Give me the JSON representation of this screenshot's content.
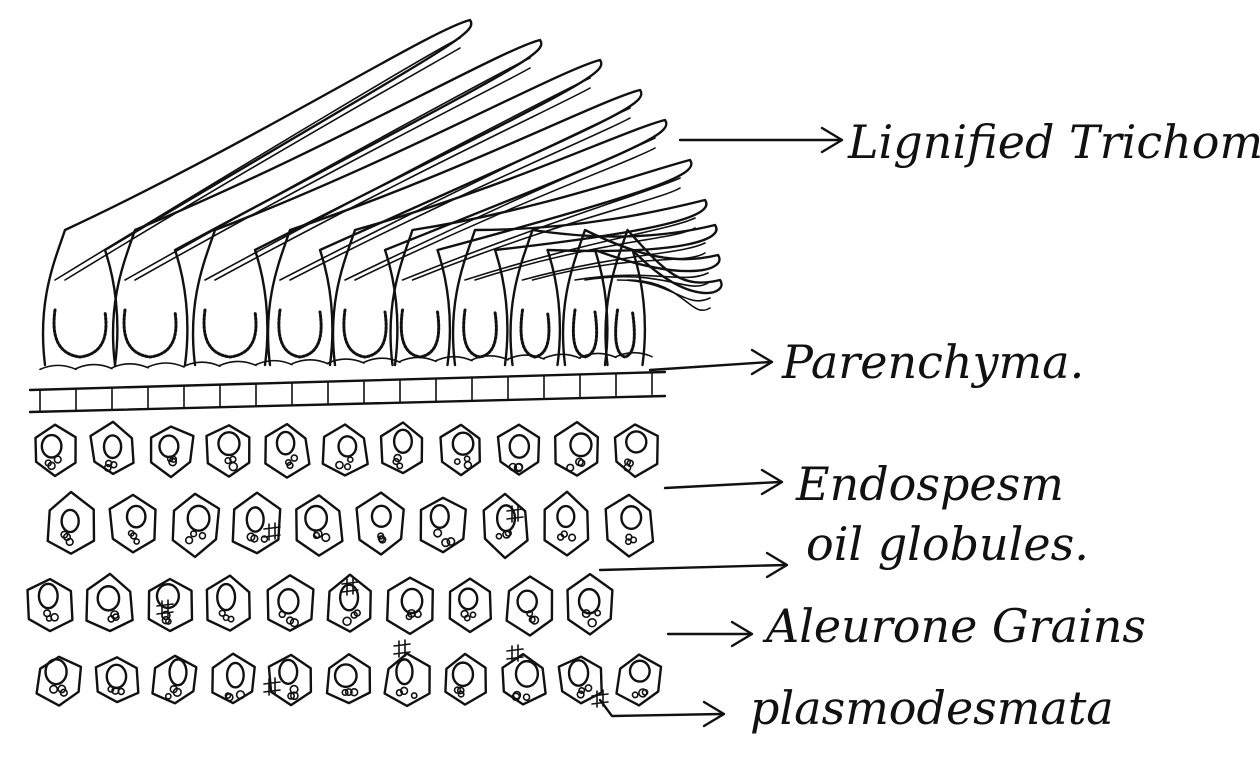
{
  "labels": {
    "trichome": "Lignified Trichom",
    "parenchyma": "Parenchyma.",
    "endosperm": "Endospesm",
    "oil_globules": "oil globules.",
    "aleurone": "Aleurone Grains",
    "plasmodesmata": "plasmodesmata"
  },
  "colors": {
    "ink": "#111111",
    "paper": "#ffffff"
  }
}
